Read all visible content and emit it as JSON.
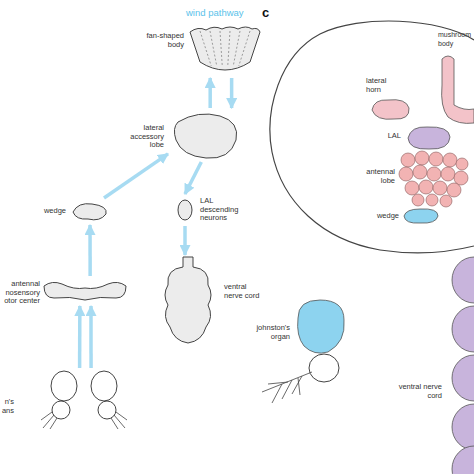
{
  "diagram": {
    "title": "wind pathway",
    "nodes": [
      {
        "text": [
          "fan-shaped body"
        ]
      },
      {
        "text": [
          "lateral accessory lobe"
        ]
      },
      {
        "text": [
          "wedge"
        ]
      },
      {
        "text": [
          "LAL descending neurons"
        ]
      },
      {
        "text": [
          "antennal nosensory otor center"
        ]
      },
      {
        "text": [
          "ventral nerve cord"
        ]
      },
      {
        "text": [
          "n's ans"
        ]
      },
      {
        "text": [
          "mushroom body"
        ]
      },
      {
        "text": [
          "lateral horn"
        ]
      },
      {
        "text": [
          "LAL"
        ]
      },
      {
        "text": [
          "antennal lobe"
        ]
      },
      {
        "text": [
          "wedge"
        ]
      },
      {
        "text": [
          "johnston's organ"
        ]
      },
      {
        "text": [
          "ventral nerve cord"
        ]
      }
    ],
    "edges": [
      {
        "from": 6,
        "to": 4,
        "arrow": "to"
      },
      {
        "from": 6,
        "to": 4,
        "arrow": "to"
      },
      {
        "from": 4,
        "to": 2,
        "arrow": "to"
      },
      {
        "from": 2,
        "to": 1,
        "arrow": "to"
      },
      {
        "from": 1,
        "to": 0,
        "arrow": "to"
      },
      {
        "from": 0,
        "to": 1,
        "arrow": "to"
      },
      {
        "from": 1,
        "to": 3,
        "arrow": "to"
      },
      {
        "from": 3,
        "to": 5,
        "arrow": "to"
      }
    ],
    "labels": [
      "c"
    ]
  }
}
